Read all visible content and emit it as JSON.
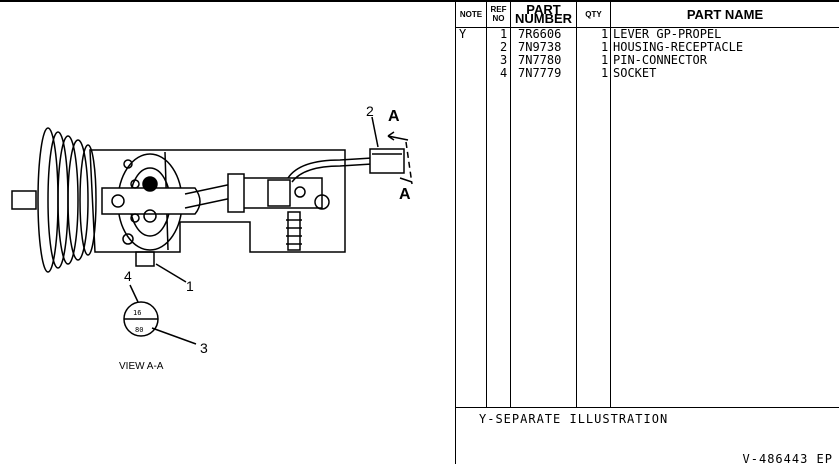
{
  "illustration": {
    "view_label": "VIEW A-A",
    "callouts": [
      "1",
      "2",
      "3",
      "4"
    ],
    "section_markers": [
      "A",
      "A"
    ],
    "gauge_text": [
      "16",
      "80"
    ]
  },
  "parts_list": {
    "headers": {
      "note": "NOTE",
      "ref_no": "REF NO",
      "part_number": "PART NUMBER",
      "qty": "QTY",
      "part_name": "PART NAME"
    },
    "rows": [
      {
        "note": "Y",
        "ref": "1",
        "part_number": "7R6606",
        "qty": "1",
        "name": "LEVER GP-PROPEL"
      },
      {
        "note": "",
        "ref": "2",
        "part_number": "7N9738",
        "qty": "1",
        "name": "HOUSING-RECEPTACLE"
      },
      {
        "note": "",
        "ref": "3",
        "part_number": "7N7780",
        "qty": "1",
        "name": "PIN-CONNECTOR"
      },
      {
        "note": "",
        "ref": "4",
        "part_number": "7N7779",
        "qty": "1",
        "name": "SOCKET"
      }
    ],
    "footnote": "Y-SEPARATE ILLUSTRATION",
    "document_id": "V-486443 EP"
  }
}
